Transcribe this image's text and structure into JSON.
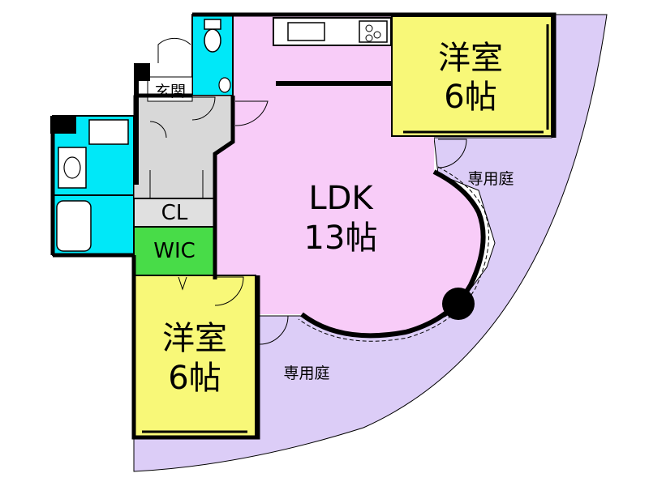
{
  "rooms": {
    "ldk": {
      "name": "LDK",
      "size": "13帖"
    },
    "western1": {
      "name": "洋室",
      "size": "6帖"
    },
    "western2": {
      "name": "洋室",
      "size": "6帖"
    },
    "entrance": {
      "name": "玄関"
    },
    "closet": {
      "name": "CL"
    },
    "wic": {
      "name": "WIC"
    },
    "garden1": {
      "name": "専用庭"
    },
    "garden2": {
      "name": "専用庭"
    }
  },
  "colors": {
    "ldk": "#f8ccf8",
    "western": "#f8f878",
    "garden": "#dccdf7",
    "wet_area": "#00e8f8",
    "hall": "#d8d8d8",
    "closet": "#e0e0e0",
    "wic": "#48dc48",
    "wall": "#000000"
  }
}
